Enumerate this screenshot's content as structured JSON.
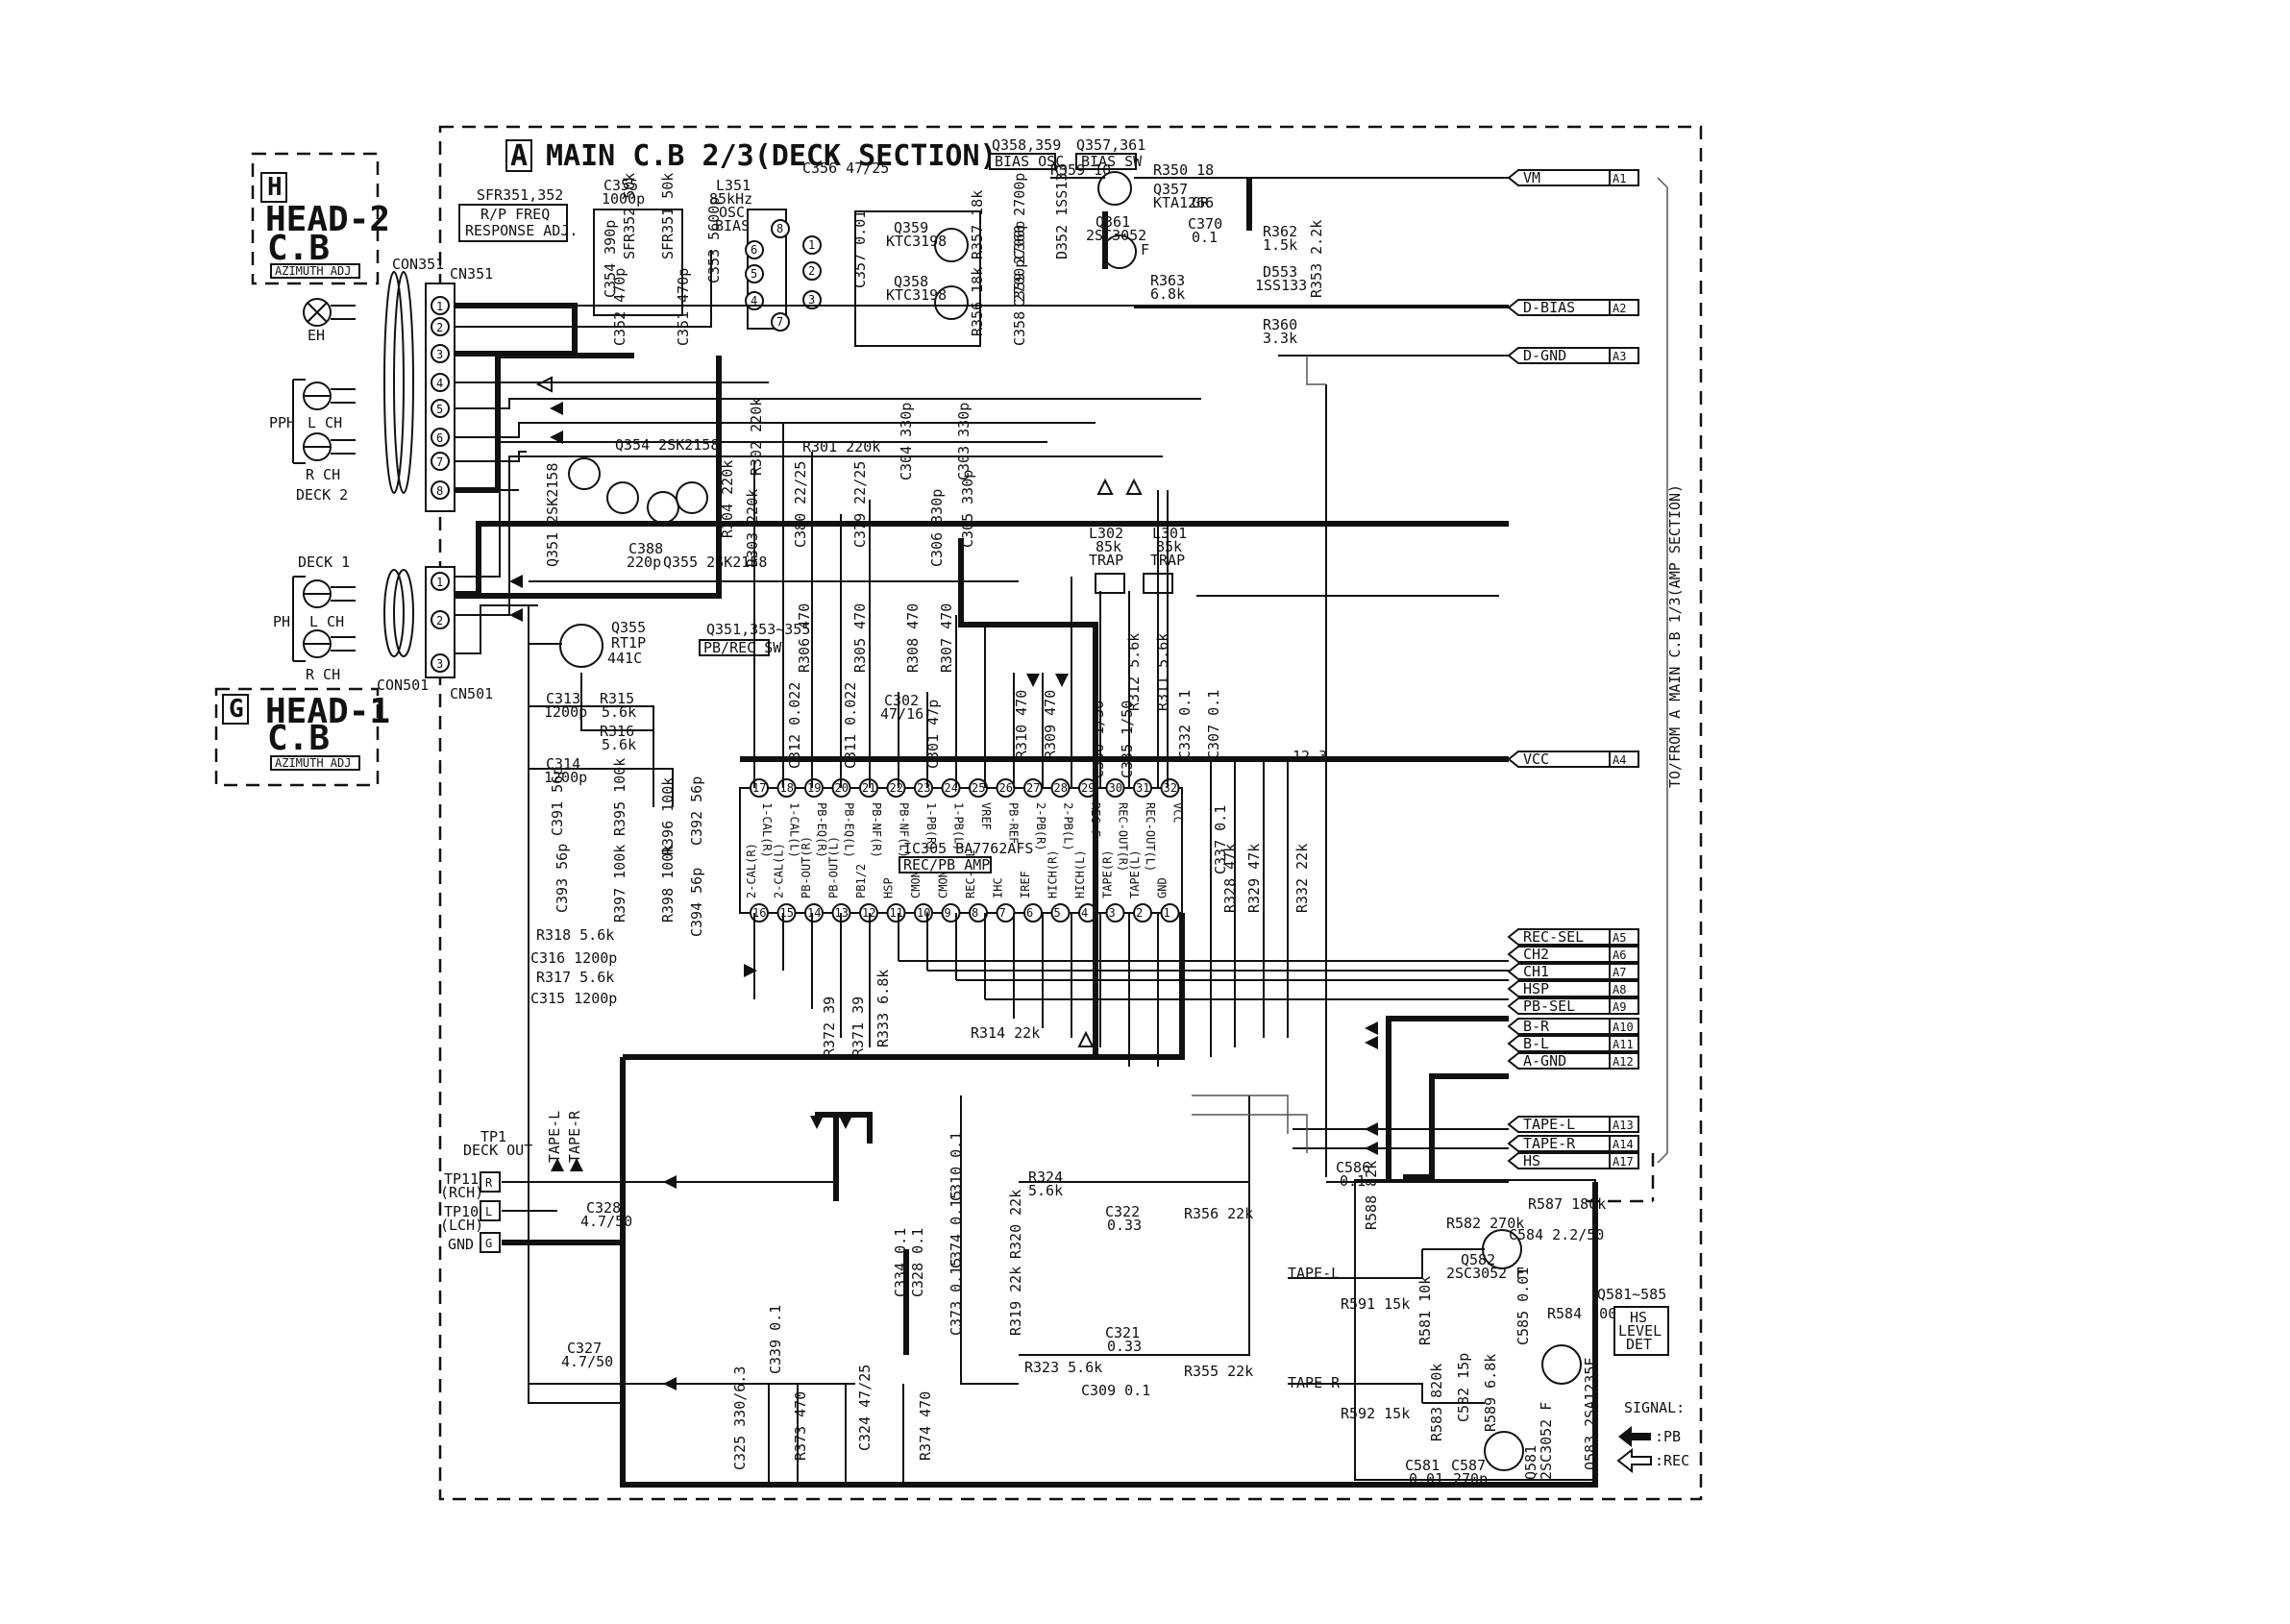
{
  "title": "MAIN C.B 2/3(DECK SECTION)",
  "title_letter": "A",
  "head2": {
    "letter": "H",
    "line1": "HEAD-2",
    "line2": "C.B",
    "adj": "AZIMUTH ADJ"
  },
  "head1": {
    "letter": "G",
    "line1": "HEAD-1",
    "line2": "C.B",
    "adj": "AZIMUTH ADJ"
  },
  "labels": {
    "con351": "CON351",
    "cn351": "CN351",
    "con501": "CON501",
    "cn501": "CN501",
    "eh": "EH",
    "pph": "PPH",
    "lch": "L CH",
    "rch": "R CH",
    "deck2": "DECK 2",
    "deck1": "DECK 1",
    "ph": "PH",
    "sfr_note": "SFR351,352",
    "sfr_box1": "R/P FREQ",
    "sfr_box2": "RESPONSE ADJ.",
    "bias_osc_parts": "Q358,359",
    "bias_osc_box": "BIAS OSC",
    "bias_sw_parts": "Q357,361",
    "bias_sw_box": "BIAS SW",
    "q354": "Q354 2SK2158",
    "q351": "Q351 2SK2158",
    "q355b": "Q355 2SK2158",
    "q355r": "Q355",
    "rt1p": "RT1P",
    "r441c": "441C",
    "pbrec_parts": "Q351,353~355",
    "pbrec_box": "PB/REC SW",
    "ic_name": "IC305 BA7762AFS",
    "ic_box": "REC/PB AMP",
    "vcc_node": "12.3",
    "l351": "L351",
    "l351_2": "85kHz",
    "l351_3": "OSC",
    "l351_4": "BIAS",
    "c356": "C356 47/25",
    "r359": "R359 10",
    "r350": "R350 18",
    "q357": "Q357",
    "q357b": "KTA1266",
    "gr": "GR",
    "q361": "Q361",
    "q361b": "2SC3052",
    "c370": "C370",
    "c370v": "0.1",
    "f": "F",
    "r363": "R363",
    "r363v": "6.8k",
    "r362": "R362",
    "r362v": "1.5k",
    "d553": "D553",
    "d553b": "1SS133",
    "d352": "D352 1SS133",
    "r360": "R360",
    "r360v": "3.3k",
    "r353": "R353 2.2k",
    "q359": "Q359",
    "q359b": "KTC3198",
    "q358": "Q358",
    "q358b": "KTC3198",
    "r357": "R357 18k",
    "r356": "R356 18k",
    "c360": "C360 2700p",
    "c359": "C359 2700p",
    "c358": "C358 2700p",
    "c357": "C357 0.01",
    "c355": "C355",
    "c355v": "1000p",
    "c354": "C354 390p",
    "sfr352": "SFR352 50k",
    "sfr351": "SFR351 50k",
    "c353": "C353 5600p",
    "c352": "C352 470p",
    "c351": "C351 470p",
    "r302": "R302 220k",
    "r301": "R301 220k",
    "c304": "C304 330p",
    "c303": "C303 330p",
    "r304": "R304 220k",
    "r303": "R303 220k",
    "c380": "C380 22/25",
    "c379": "C379 22/25",
    "c306": "C306 330p",
    "c305": "C305 330p",
    "c388": "C388",
    "c388v": "220p",
    "l302": "L302",
    "l302b": "85k",
    "l302c": "TRAP",
    "l301": "L301",
    "l301b": "85k",
    "l301c": "TRAP",
    "r306": "R306 470",
    "r305": "R305 470",
    "r308": "R308 470",
    "r307": "R307 470",
    "r312": "R312 5.6k",
    "r311": "R311 5.6k",
    "c313": "C313",
    "c313v": "1200p",
    "r315": "R315",
    "r315v": "5.6k",
    "r316": "R316",
    "r316v": "5.6k",
    "c314": "C314",
    "c314v": "1200p",
    "c312": "C312 0.022",
    "c311": "C311 0.022",
    "c302": "C302",
    "c302v": "47/16",
    "c301": "C301 47p",
    "r310": "R310 470",
    "r309": "R309 470",
    "c336": "C336 1/50",
    "c335": "C335 1/50",
    "c332": "C332 0.1",
    "c307": "C307 0.1",
    "c391": "C391 56p",
    "r395": "R395 100k",
    "r396": "R396 100k",
    "c392": "C392 56p",
    "c393": "C393 56p",
    "r397": "R397 100k",
    "r398": "R398 100k",
    "c394": "C394 56p",
    "c337": "C337 0.1",
    "r328": "R328 47k",
    "r329": "R329 47k",
    "r332": "R332 22k",
    "r318": "R318 5.6k",
    "c316": "C316 1200p",
    "r317": "R317 5.6k",
    "c315": "C315 1200p",
    "r372": "R372 39",
    "r371": "R371 39",
    "r333": "R333 6.8k",
    "r314": "R314 22k",
    "tp1": "TP1",
    "deck_out": "DECK OUT",
    "tp11": "TP11",
    "rch_tp": "(RCH)",
    "tp10": "TP10",
    "lch_tp": "(LCH)",
    "gnd": "GND",
    "tapel_v": "TAPE-L",
    "taper_v": "TAPE-R",
    "c328": "C328",
    "c328v": "4.7/50",
    "c327": "C327",
    "c327v": "4.7/50",
    "c310": "C310 0.1",
    "c374": "C374 0.15",
    "c373": "C373 0.15",
    "c334": "C334 0.1",
    "c328b": "C328 0.1",
    "r324": "R324",
    "r324v": "5.6k",
    "r320": "R320 22k",
    "r319": "R319 22k",
    "r323": "R323 5.6k",
    "c322": "C322",
    "c322v": "0.33",
    "c321": "C321",
    "c321v": "0.33",
    "r356b": "R356 22k",
    "r355": "R355 22k",
    "c309": "C309 0.1",
    "c339": "C339 0.1",
    "c325": "C325 330/6.3",
    "r373": "R373 470",
    "c324": "C324 47/25",
    "r374": "R374 470",
    "c586": "C586",
    "c586v": "0.1",
    "r588": "R588 82k",
    "r587": "R587 180k",
    "r582": "R582 270k",
    "c584": "C584 2.2/50",
    "q582": "Q582",
    "q582b": "2SC3052 F",
    "tapel_n": "TAPE-L",
    "taper_n": "TAPE-R",
    "r591": "R591 15k",
    "r592": "R592 15k",
    "r581": "R581 10k",
    "c585": "C585 0.01",
    "r584": "R584 100k",
    "r583": "R583 820k",
    "c582": "C582 15p",
    "r589": "R589 6.8k",
    "q583": "Q583 2SA1235F",
    "c581": "C581",
    "c581v": "0.01",
    "c587": "C587",
    "c587v": "270p",
    "q581": "Q581",
    "q581b": "2SC3052 F",
    "q581_585": "Q581~585",
    "hs_box1": "HS",
    "hs_box2": "LEVEL",
    "hs_box3": "DET",
    "signal": "SIGNAL:",
    "sig_pb": ":PB",
    "sig_rec": ":REC",
    "side_note": "TO/FROM A MAIN C.B 1/3(AMP SECTION)"
  },
  "connectors": [
    {
      "name": "VM",
      "pin": "A1"
    },
    {
      "name": "D-BIAS",
      "pin": "A2"
    },
    {
      "name": "D-GND",
      "pin": "A3"
    },
    {
      "name": "VCC",
      "pin": "A4"
    },
    {
      "name": "REC-SEL",
      "pin": "A5"
    },
    {
      "name": "CH2",
      "pin": "A6"
    },
    {
      "name": "CH1",
      "pin": "A7"
    },
    {
      "name": "HSP",
      "pin": "A8"
    },
    {
      "name": "PB-SEL",
      "pin": "A9"
    },
    {
      "name": "B-R",
      "pin": "A10"
    },
    {
      "name": "B-L",
      "pin": "A11"
    },
    {
      "name": "A-GND",
      "pin": "A12"
    },
    {
      "name": "TAPE-L",
      "pin": "A13"
    },
    {
      "name": "TAPE-R",
      "pin": "A14"
    },
    {
      "name": "HS",
      "pin": "A17"
    }
  ],
  "head2_pins": [
    "1",
    "2",
    "3",
    "4",
    "5",
    "6",
    "7",
    "8"
  ],
  "head1_pins": [
    "1",
    "2",
    "3"
  ],
  "ic_top_pins": [
    "17",
    "18",
    "19",
    "20",
    "21",
    "22",
    "23",
    "24",
    "25",
    "26",
    "27",
    "28",
    "29",
    "30",
    "31",
    "32"
  ],
  "ic_top_funcs": [
    "1-CAL(R)",
    "1-CAL(L)",
    "PB-EQ(R)",
    "PB-EQ(L)",
    "PB-NF(R)",
    "PB-NF(L)",
    "1-PB(R)",
    "1-PB(L)",
    "VREF",
    "PB-REF",
    "2-PB(R)",
    "2-PB(L)",
    "REC-F",
    "REC-OUT(R)",
    "REC-OUT(L)",
    "VCC"
  ],
  "ic_bot_pins": [
    "16",
    "15",
    "14",
    "13",
    "12",
    "11",
    "10",
    "9",
    "8",
    "7",
    "6",
    "5",
    "4",
    "3",
    "2",
    "1"
  ],
  "ic_bot_funcs": [
    "2-CAL(R)",
    "2-CAL(L)",
    "PB-OUT(R)",
    "PB-OUT(L)",
    "PB1/2",
    "HSP",
    "CMON1",
    "CMON2",
    "REC-SEL",
    "IHC",
    "IREF",
    "HICH(R)",
    "HICH(L)",
    "TAPE(R)",
    "TAPE(L)",
    "GND"
  ],
  "tp_labels": [
    "R",
    "L",
    "G"
  ]
}
